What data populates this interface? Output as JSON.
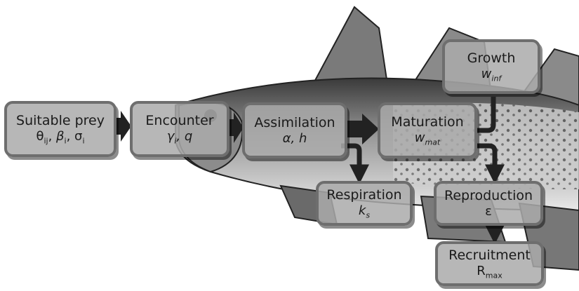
{
  "nodes": {
    "prey": {
      "title": "Suitable prey",
      "params": "θ",
      "p_sub1": "ij",
      "p_sep1": ", ",
      "p_beta": "β",
      "p_sub2": "i",
      "p_sep2": ", σ",
      "p_sub3": "i"
    },
    "enc": {
      "title": "Encounter",
      "p1": "γ",
      "p1_sub": "i",
      "p2": ", q"
    },
    "assim": {
      "title": "Assimilation",
      "params": "α, h"
    },
    "mat": {
      "title": "Maturation",
      "p1": "w",
      "p1_sub": "mat"
    },
    "growth": {
      "title": "Growth",
      "p1": "w",
      "p1_sub": "inf"
    },
    "resp": {
      "title": "Respiration",
      "p1": "k",
      "p1_sub": "s"
    },
    "repro": {
      "title": "Reproduction",
      "params": "ε"
    },
    "recr": {
      "title": "Recruitment",
      "p1": "R",
      "p1_sub": "max"
    }
  }
}
